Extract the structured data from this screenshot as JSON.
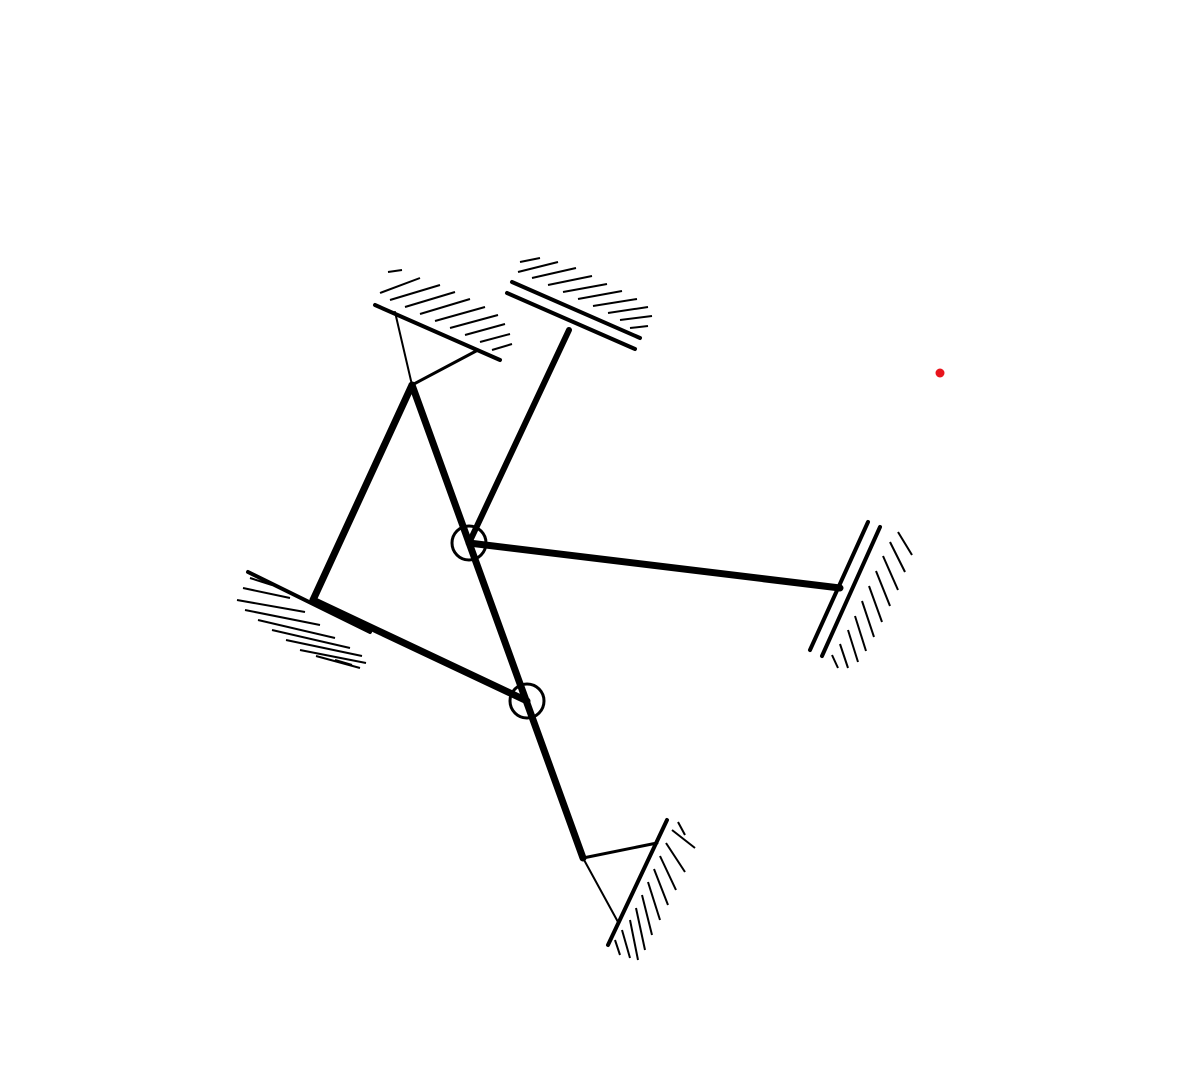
{
  "diagram": {
    "type": "mechanism-schematic",
    "colors": {
      "line": "#000000",
      "background": "#ffffff",
      "marker": "#e8141c"
    },
    "parts": [
      "ground-support-top-left",
      "ground-support-top-right",
      "ground-support-right",
      "ground-support-left",
      "ground-support-bottom",
      "main-diagonal-bar",
      "hinge-upper",
      "hinge-lower",
      "red-marker-dot"
    ]
  }
}
